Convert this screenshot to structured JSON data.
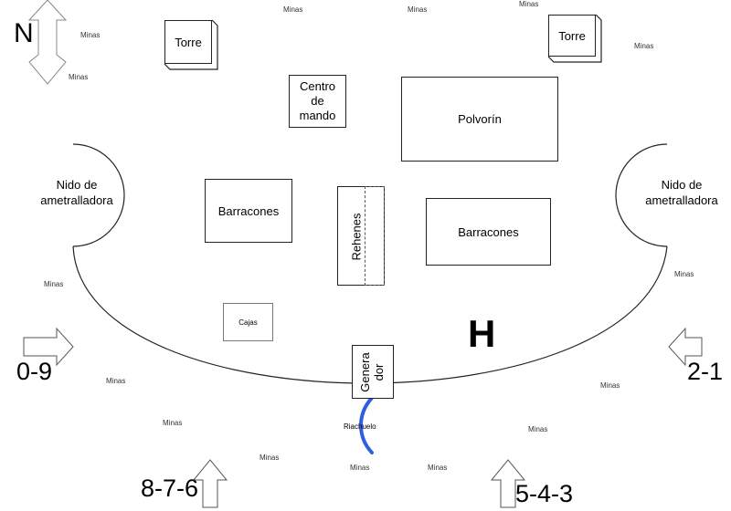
{
  "north_label": "N",
  "h_label": "H",
  "buildings": {
    "torre_left": "Torre",
    "torre_right": "Torre",
    "command_center": "Centro de mando",
    "powder_magazine": "Polvorín",
    "barracks_left": "Barracones",
    "barracks_right": "Barracones",
    "hostages": "Rehenes",
    "boxes": "Cajas",
    "generator": "Genera dor",
    "mg_nest_left": "Nido de ametralladora",
    "mg_nest_right": "Nido de ametralladora"
  },
  "stream_label": "Riachuelo",
  "stream_color": "#2f5fe0",
  "mines_label": "Minas",
  "approaches": {
    "west": "0-9",
    "east": "2-1",
    "south_left": "8-7-6",
    "south_right": "5-4-3"
  }
}
